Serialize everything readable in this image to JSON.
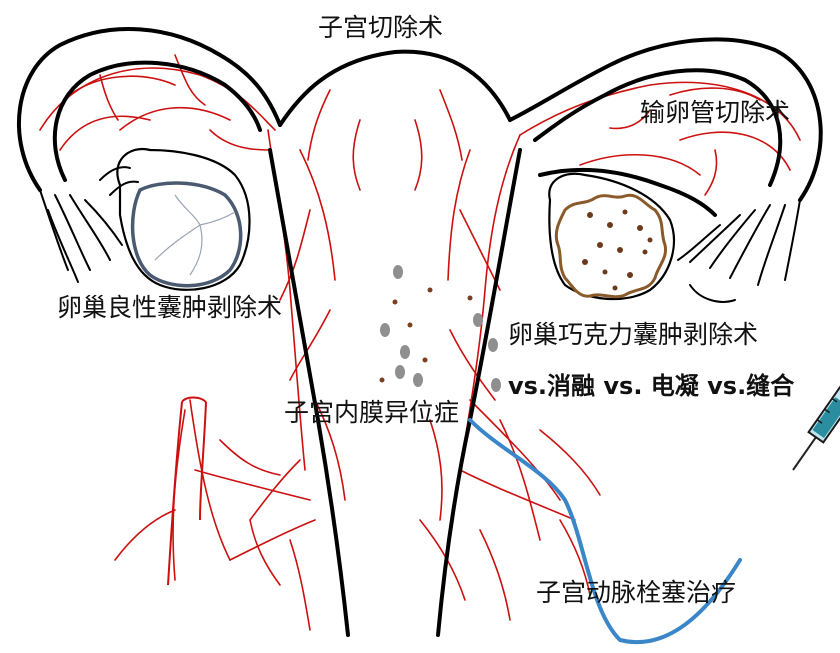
{
  "labels": {
    "hysterectomy": "子宫切除术",
    "salpingectomy": "输卵管切除术",
    "benign_cystectomy": "卵巢良性囊肿剥除术",
    "chocolate_cystectomy": "卵巢巧克力囊肿剥除术",
    "ablation_vs": "vs.消融 vs. 电凝 vs.缝合",
    "endometriosis": "子宫内膜异位症",
    "uae": "子宫动脉栓塞治疗"
  },
  "colors": {
    "outline": "#000000",
    "vessels": "#cc1010",
    "benign_cyst": "#4a5a70",
    "endometrioma": "#8b5a2b",
    "lesion_grey": "#8f8f8f",
    "catheter": "#3a86c8",
    "syringe": "#2a8ea0"
  },
  "icons": {
    "syringe": "syringe-icon"
  }
}
